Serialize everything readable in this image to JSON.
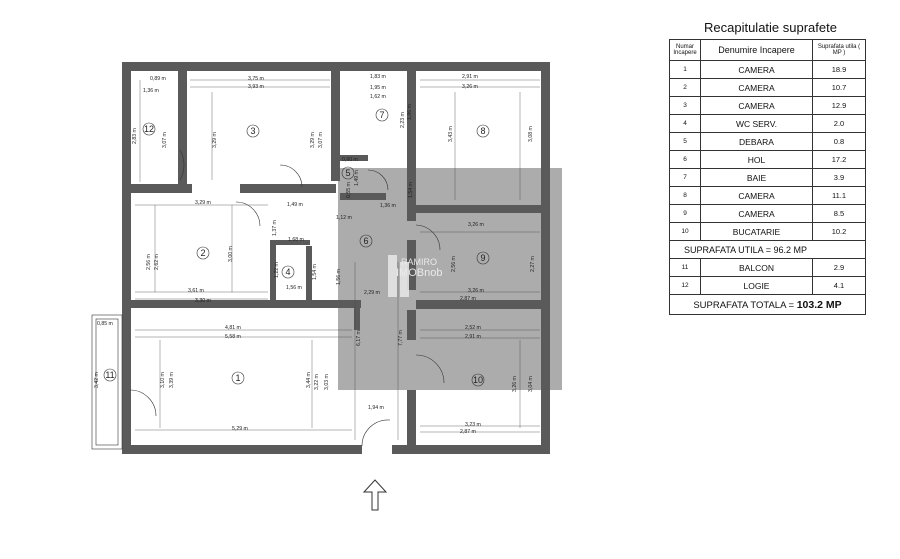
{
  "summary": {
    "title": "Recapitulatie suprafete",
    "headers": {
      "nr": "Numar Incapere",
      "name": "Denumire Incapere",
      "area": "Suprafata utila ( MP )"
    },
    "rows": [
      {
        "nr": "1",
        "name": "CAMERA",
        "area": "18.9"
      },
      {
        "nr": "2",
        "name": "CAMERA",
        "area": "10.7"
      },
      {
        "nr": "3",
        "name": "CAMERA",
        "area": "12.9"
      },
      {
        "nr": "4",
        "name": "WC SERV.",
        "area": "2.0"
      },
      {
        "nr": "5",
        "name": "DEBARA",
        "area": "0.8"
      },
      {
        "nr": "6",
        "name": "HOL",
        "area": "17.2"
      },
      {
        "nr": "7",
        "name": "BAIE",
        "area": "3.9"
      },
      {
        "nr": "8",
        "name": "CAMERA",
        "area": "11.1"
      },
      {
        "nr": "9",
        "name": "CAMERA",
        "area": "8.5"
      },
      {
        "nr": "10",
        "name": "BUCATARIE",
        "area": "10.2"
      }
    ],
    "useful_total": "SUPRAFATA UTILA = 96.2 MP",
    "extra_rows": [
      {
        "nr": "11",
        "name": "BALCON",
        "area": "2.9"
      },
      {
        "nr": "12",
        "name": "LOGIE",
        "area": "4.1"
      }
    ],
    "grand_total_label": "SUPRAFATA TOTALA =",
    "grand_total_value": "103.2 MP"
  },
  "plan": {
    "rooms": [
      "1",
      "2",
      "3",
      "4",
      "5",
      "6",
      "7",
      "8",
      "9",
      "10",
      "11",
      "12"
    ],
    "watermark_line1": "RAMIRO",
    "watermark_line2": "IMOBnob",
    "dims": {
      "r12_w": "0,89 m",
      "r12_w2": "1,36 m",
      "r12_h": "2,83 m",
      "r12_h2": "3,07 m",
      "r3_w": "3,75 m",
      "r3_w2": "3,93 m",
      "r3_h": "3,29 m",
      "r3_h2": "3,29 m",
      "r3_h3": "3,07 m",
      "r7_w": "1,83 m",
      "r7_w2": "1,95 m",
      "r7_w3": "1,62 m",
      "r7_h": "2,23 m",
      "r7_h2": "1,96 m",
      "r5_w": "0,60 m",
      "r5_h": "1,49 m",
      "r5_h2": "0,55 m",
      "r8_w": "2,91 m",
      "r8_w2": "3,26 m",
      "r8_h": "3,43 m",
      "r8_h2": "3,08 m",
      "r2_w": "3,29 m",
      "r2_w2": "3,61 m",
      "r2_w3": "3,30 m",
      "r2_h": "2,56 m",
      "r2_h2": "2,62 m",
      "r2_h3": "3,00 m",
      "hol_a": "1,49 m",
      "hol_b": "1,12 m",
      "hol_c": "1,36 m",
      "hol_d": "1,54 m",
      "hol_e": "1,37 m",
      "hol_f": "1,68 m",
      "r4_h": "1,22 m",
      "r4_h2": "1,54 m",
      "r4_w": "1,56 m",
      "r4_h3": "1,56 m",
      "r9_w": "3,26 m",
      "r9_w2": "3,26 m",
      "r9_w3": "2,87 m",
      "r9_h": "2,56 m",
      "r9_h2": "2,27 m",
      "r6_w": "2,29 m",
      "r6_h": "6,17 m",
      "r6_h2": "7,77 m",
      "r6_w2": "1,94 m",
      "r1_w": "4,81 m",
      "r1_w2": "5,58 m",
      "r1_w3": "5,29 m",
      "r1_h": "3,10 m",
      "r1_h2": "3,39 m",
      "r1_h3": "3,44 m",
      "r1_h4": "3,22 m",
      "r1_h5": "3,03 m",
      "r11_w": "0,85 m",
      "r11_h": "3,42 m",
      "r10_w": "2,52 m",
      "r10_w2": "2,91 m",
      "r10_w3": "3,23 m",
      "r10_w4": "2,87 m",
      "r10_h": "3,26 m",
      "r10_h2": "3,04 m"
    }
  },
  "colors": {
    "wall": "#5a5a5a",
    "watermark": "#9e9e9e"
  }
}
